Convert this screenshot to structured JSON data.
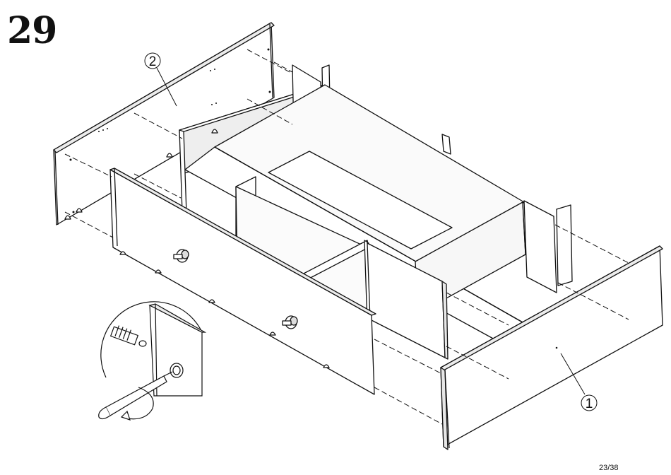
{
  "step": {
    "number": "29"
  },
  "callouts": [
    {
      "label": "2"
    },
    {
      "label": "1"
    }
  ],
  "footer": {
    "page": "23/38"
  },
  "colors": {
    "line": "#111111",
    "panel": "#ffffff",
    "edge": "#e8e8e8"
  }
}
